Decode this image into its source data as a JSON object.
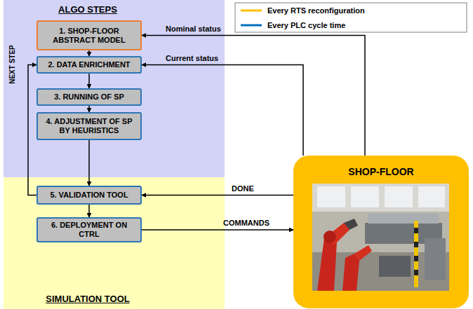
{
  "diagram": {
    "nodes": [
      {
        "text": [
          "ALGO STEPS"
        ]
      },
      {
        "text": [
          "1. SHOP-FLOOR ABSTRACT MODEL"
        ],
        "in": 0
      },
      {
        "text": [
          "2. DATA ENRICHMENT"
        ],
        "in": 0
      },
      {
        "text": [
          "3. RUNNING OF SP"
        ],
        "in": 0
      },
      {
        "text": [
          "4. ADJUSTMENT OF SP BY HEURISTICS"
        ],
        "in": 0
      },
      {
        "text": [
          "SIMULATION TOOL"
        ]
      },
      {
        "text": [
          "5. VALIDATION TOOL"
        ],
        "in": 5
      },
      {
        "text": [
          "6. DEPLOYMENT ON CTRL"
        ],
        "in": 5
      },
      {
        "text": [
          "SHOP-FLOOR"
        ]
      }
    ],
    "edges": [
      {
        "from": 1,
        "to": 2,
        "arrow": "to"
      },
      {
        "from": 2,
        "to": 3,
        "arrow": "to"
      },
      {
        "from": 3,
        "to": 4,
        "arrow": "to"
      },
      {
        "from": 4,
        "to": 6,
        "arrow": "to"
      },
      {
        "from": 6,
        "to": 2,
        "label": "NEXT STEP",
        "arrow": "to"
      },
      {
        "from": 6,
        "to": 7,
        "arrow": "to"
      },
      {
        "from": 8,
        "to": 1,
        "label": "Nominal status",
        "arrow": "to"
      },
      {
        "from": 8,
        "to": 2,
        "label": "Current status",
        "arrow": "to"
      },
      {
        "from": 8,
        "to": 6,
        "label": "DONE",
        "arrow": "to"
      },
      {
        "from": 7,
        "to": 8,
        "label": "COMMANDS",
        "arrow": "to"
      }
    ],
    "legend": [
      {
        "text": "Every RTS reconfiguration",
        "color": "#ffc000"
      },
      {
        "text": "Every PLC cycle time",
        "color": "#0070c0"
      }
    ]
  }
}
